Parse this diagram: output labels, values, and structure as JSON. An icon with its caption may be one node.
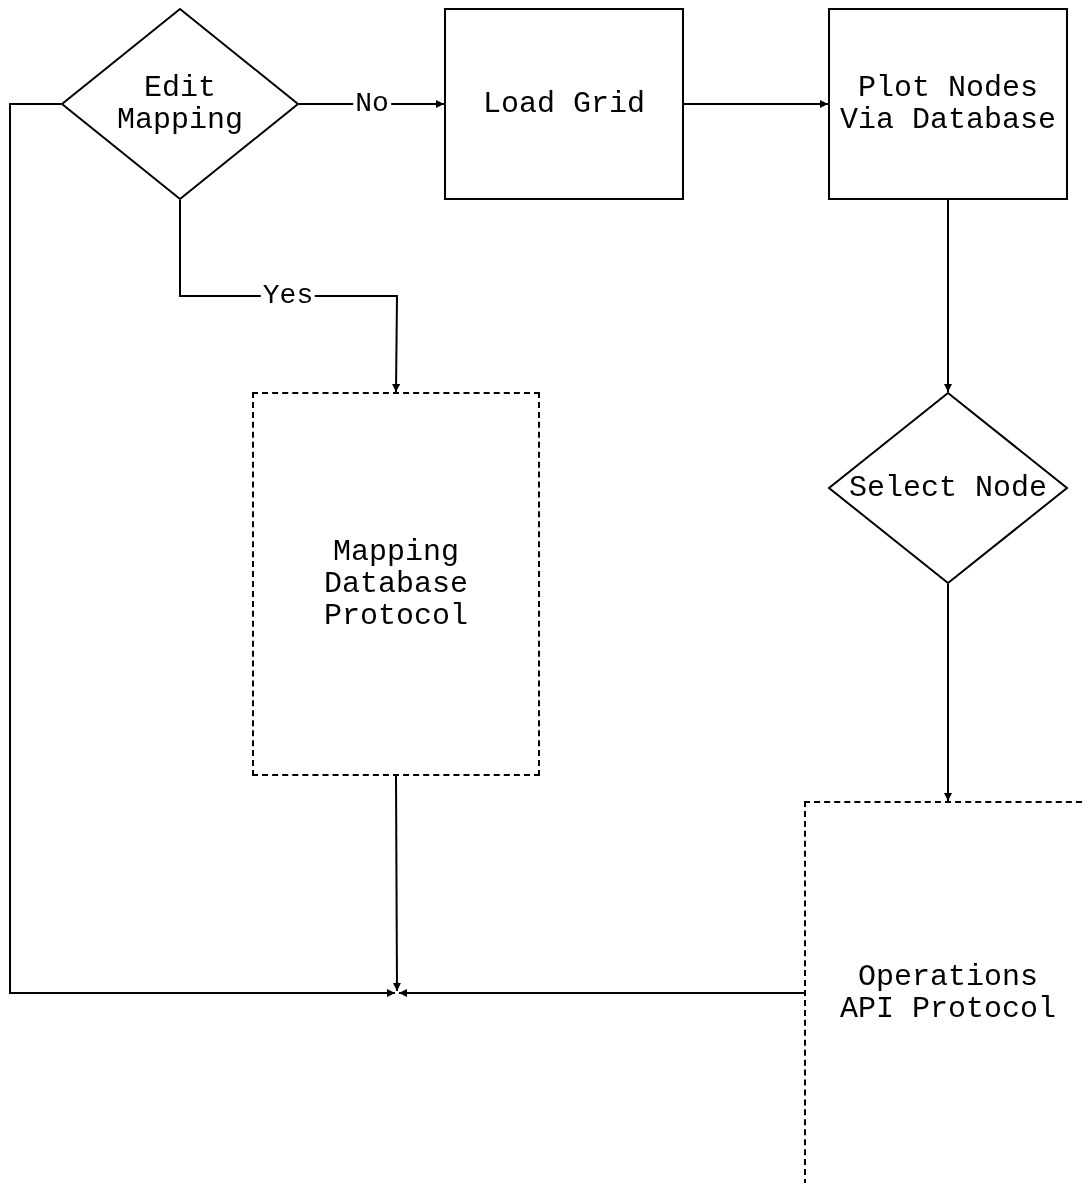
{
  "diagram": {
    "nodes": [
      {
        "text": [
          "Edit Mapping"
        ]
      },
      {
        "text": [
          "Load Grid"
        ]
      },
      {
        "text": [
          "Plot Nodes Via Database"
        ]
      },
      {
        "text": [
          "Mapping Database Protocol"
        ]
      },
      {
        "text": [
          "Select Node"
        ]
      },
      {
        "text": [
          "Operations API Protocol"
        ]
      }
    ],
    "edges": [
      {
        "from": 0,
        "to": 1,
        "arrow": "to",
        "label": "No"
      },
      {
        "from": 1,
        "to": 2,
        "arrow": "to"
      },
      {
        "from": 0,
        "to": 3,
        "arrow": "to",
        "label": "Yes"
      },
      {
        "from": 2,
        "to": 4,
        "arrow": "to"
      },
      {
        "from": 4,
        "to": 5,
        "arrow": "to"
      },
      {
        "from": 3,
        "to": null,
        "arrow": "to"
      },
      {
        "from": 0,
        "to": null,
        "arrow": "to"
      },
      {
        "from": 5,
        "to": null,
        "arrow": "to"
      }
    ]
  }
}
